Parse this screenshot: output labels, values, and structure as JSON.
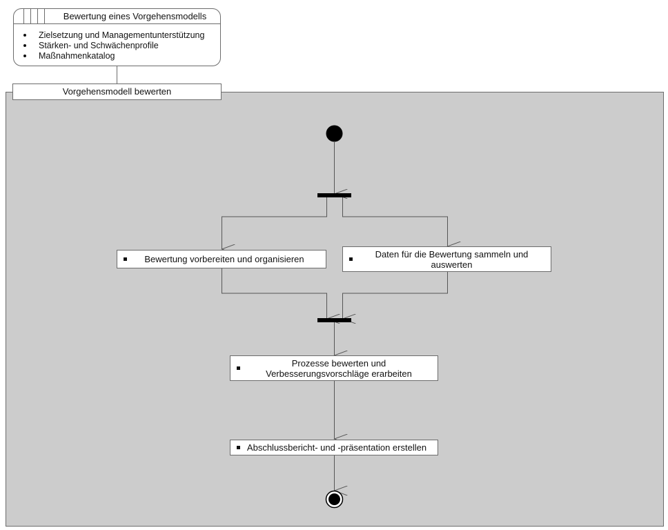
{
  "goal": {
    "title": "Bewertung eines Vorgehensmodells",
    "items": [
      "Zielsetzung und Managementunterstützung",
      "Stärken- und Schwächenprofile",
      "Maßnahmenkatalog"
    ]
  },
  "process": {
    "name": "Vorgehensmodell bewerten"
  },
  "activities": [
    {
      "id": "prepare",
      "label": "Bewertung vorbereiten und organisieren"
    },
    {
      "id": "collect",
      "label": "Daten für die Bewertung sammeln und auswerten"
    },
    {
      "id": "evaluate",
      "label": "Prozesse bewerten und Verbesserungsvorschläge erarbeiten"
    },
    {
      "id": "report",
      "label": "Abschlussbericht- und -präsentation erstellen"
    }
  ],
  "colors": {
    "swimlane_fill": "#cccccc",
    "line": "#6b6b6b",
    "node": "#000000"
  }
}
